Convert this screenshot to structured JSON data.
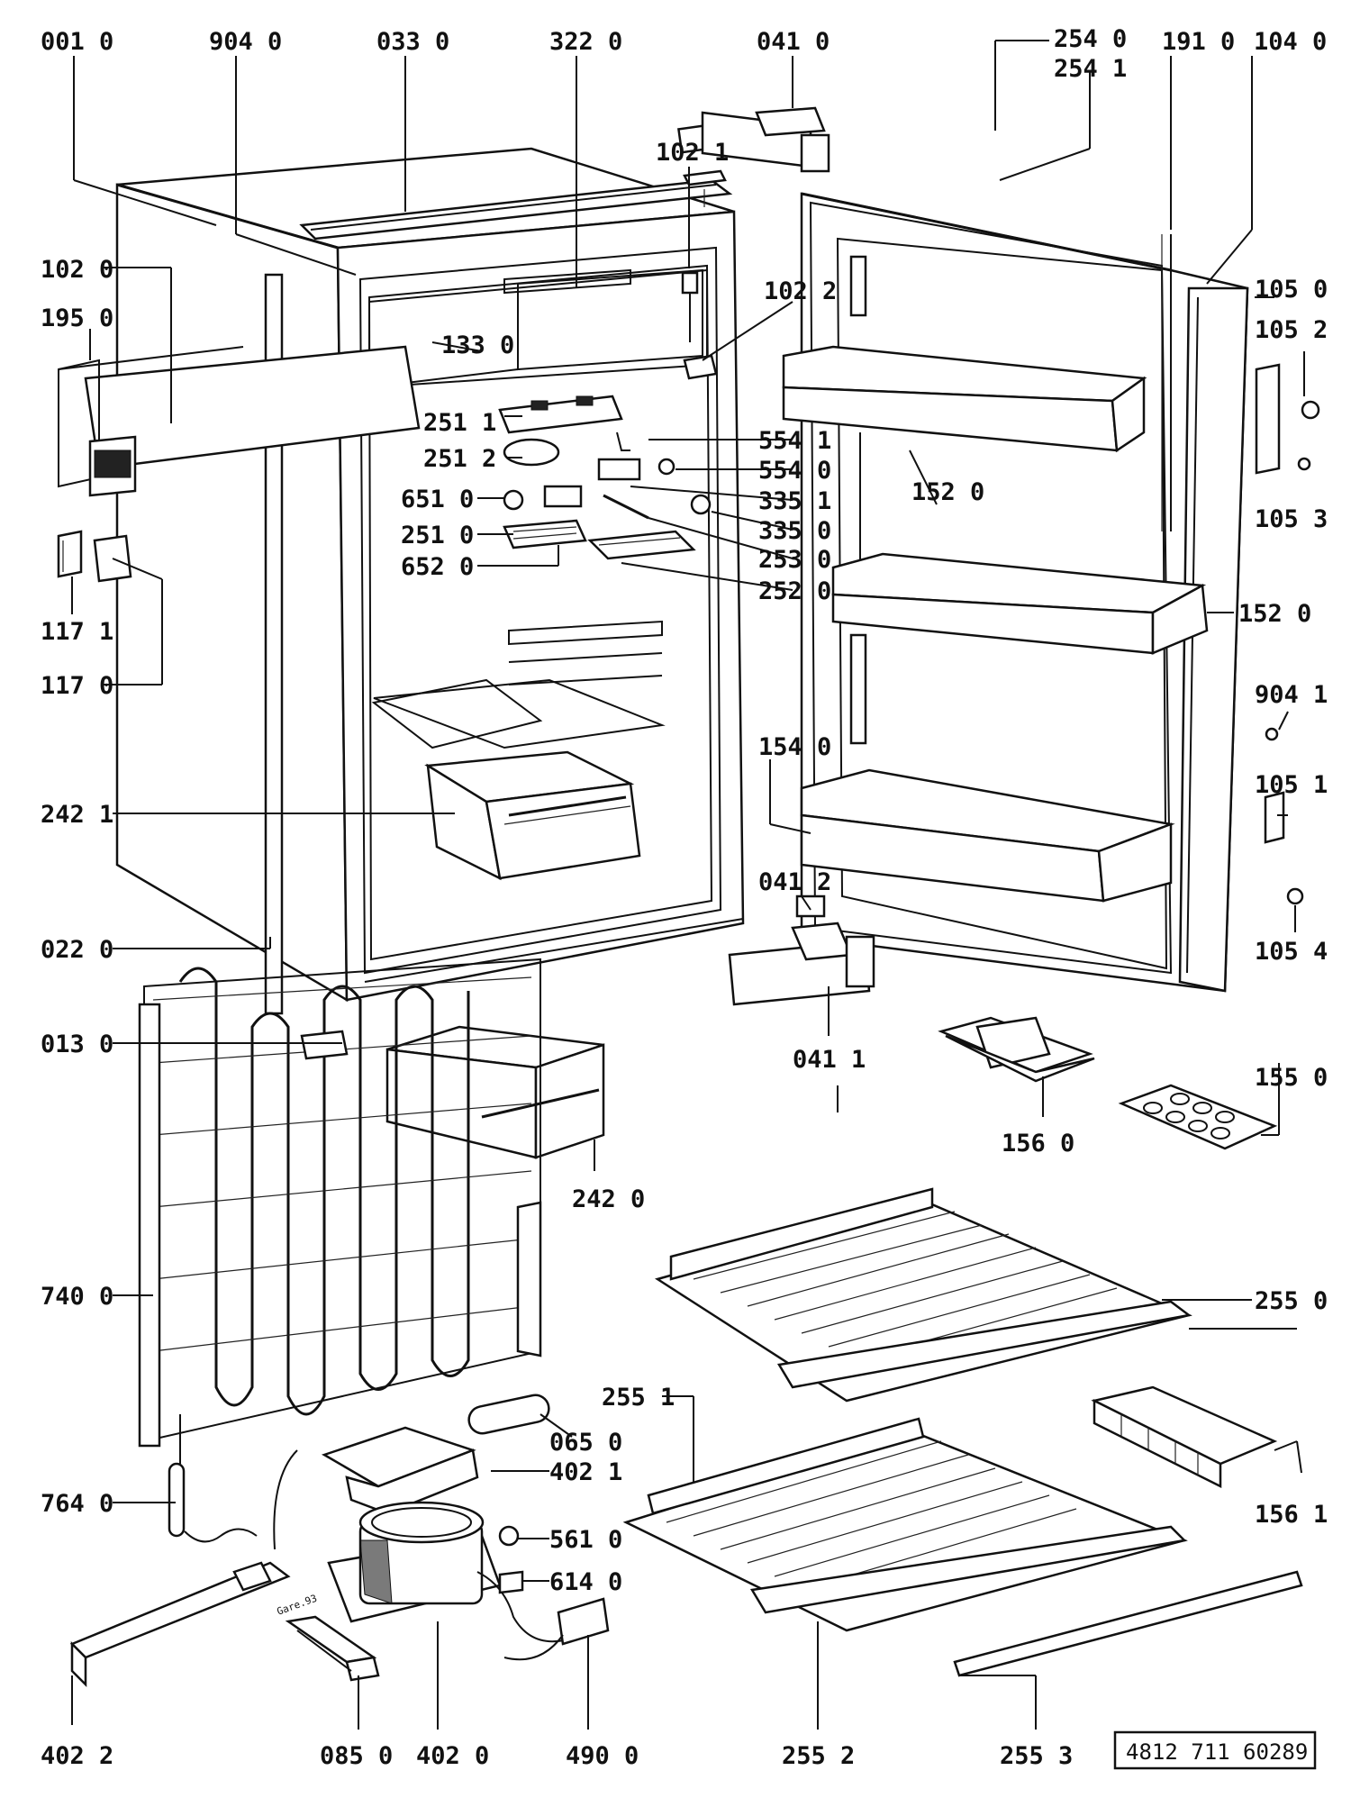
{
  "callouts": [
    {
      "id": "c0010",
      "text": "001 0"
    },
    {
      "id": "c9040",
      "text": "904 0"
    },
    {
      "id": "c0330",
      "text": "033 0"
    },
    {
      "id": "c3220",
      "text": "322 0"
    },
    {
      "id": "c0410",
      "text": "041 0"
    },
    {
      "id": "c2540",
      "text": "254 0"
    },
    {
      "id": "c2541",
      "text": "254 1"
    },
    {
      "id": "c1910",
      "text": "191 0"
    },
    {
      "id": "c1040",
      "text": "104 0"
    },
    {
      "id": "c1021",
      "text": "102 1"
    },
    {
      "id": "c1020",
      "text": "102 0"
    },
    {
      "id": "c1950",
      "text": "195 0"
    },
    {
      "id": "c1022",
      "text": "102 2"
    },
    {
      "id": "c1330",
      "text": "133 0"
    },
    {
      "id": "c1050",
      "text": "105 0"
    },
    {
      "id": "c1052",
      "text": "105 2"
    },
    {
      "id": "c2511",
      "text": "251 1"
    },
    {
      "id": "c5541",
      "text": "554 1"
    },
    {
      "id": "c2512",
      "text": "251 2"
    },
    {
      "id": "c5540",
      "text": "554 0"
    },
    {
      "id": "c6510",
      "text": "651 0"
    },
    {
      "id": "c3351",
      "text": "335 1"
    },
    {
      "id": "c1520a",
      "text": "152 0"
    },
    {
      "id": "c1053",
      "text": "105 3"
    },
    {
      "id": "c2510",
      "text": "251 0"
    },
    {
      "id": "c3350",
      "text": "335 0"
    },
    {
      "id": "c6520",
      "text": "652 0"
    },
    {
      "id": "c2530",
      "text": "253 0"
    },
    {
      "id": "c2520",
      "text": "252 0"
    },
    {
      "id": "c1171",
      "text": "117 1"
    },
    {
      "id": "c1520b",
      "text": "152 0"
    },
    {
      "id": "c1170",
      "text": "117 0"
    },
    {
      "id": "c9041",
      "text": "904 1"
    },
    {
      "id": "c1540",
      "text": "154 0"
    },
    {
      "id": "c2421",
      "text": "242 1"
    },
    {
      "id": "c1051",
      "text": "105 1"
    },
    {
      "id": "c0412",
      "text": "041 2"
    },
    {
      "id": "c1054",
      "text": "105 4"
    },
    {
      "id": "c0220",
      "text": "022 0"
    },
    {
      "id": "c0411",
      "text": "041 1"
    },
    {
      "id": "c0130",
      "text": "013 0"
    },
    {
      "id": "c1550",
      "text": "155 0"
    },
    {
      "id": "c1560",
      "text": "156 0"
    },
    {
      "id": "c2420",
      "text": "242 0"
    },
    {
      "id": "c7400",
      "text": "740 0"
    },
    {
      "id": "c2550",
      "text": "255 0"
    },
    {
      "id": "c2551",
      "text": "255 1"
    },
    {
      "id": "c0650",
      "text": "065 0"
    },
    {
      "id": "c4021",
      "text": "402 1"
    },
    {
      "id": "c7640",
      "text": "764 0"
    },
    {
      "id": "c1561",
      "text": "156 1"
    },
    {
      "id": "c5610",
      "text": "561 0"
    },
    {
      "id": "c6140",
      "text": "614 0"
    },
    {
      "id": "c4022",
      "text": "402 2"
    },
    {
      "id": "c0850",
      "text": "085 0"
    },
    {
      "id": "c4020",
      "text": "402 0"
    },
    {
      "id": "c4900",
      "text": "490 0"
    },
    {
      "id": "c2552",
      "text": "255 2"
    },
    {
      "id": "c2553",
      "text": "255 3"
    }
  ],
  "stamp": "Gare.93",
  "doc_number": "4812 711 60289"
}
